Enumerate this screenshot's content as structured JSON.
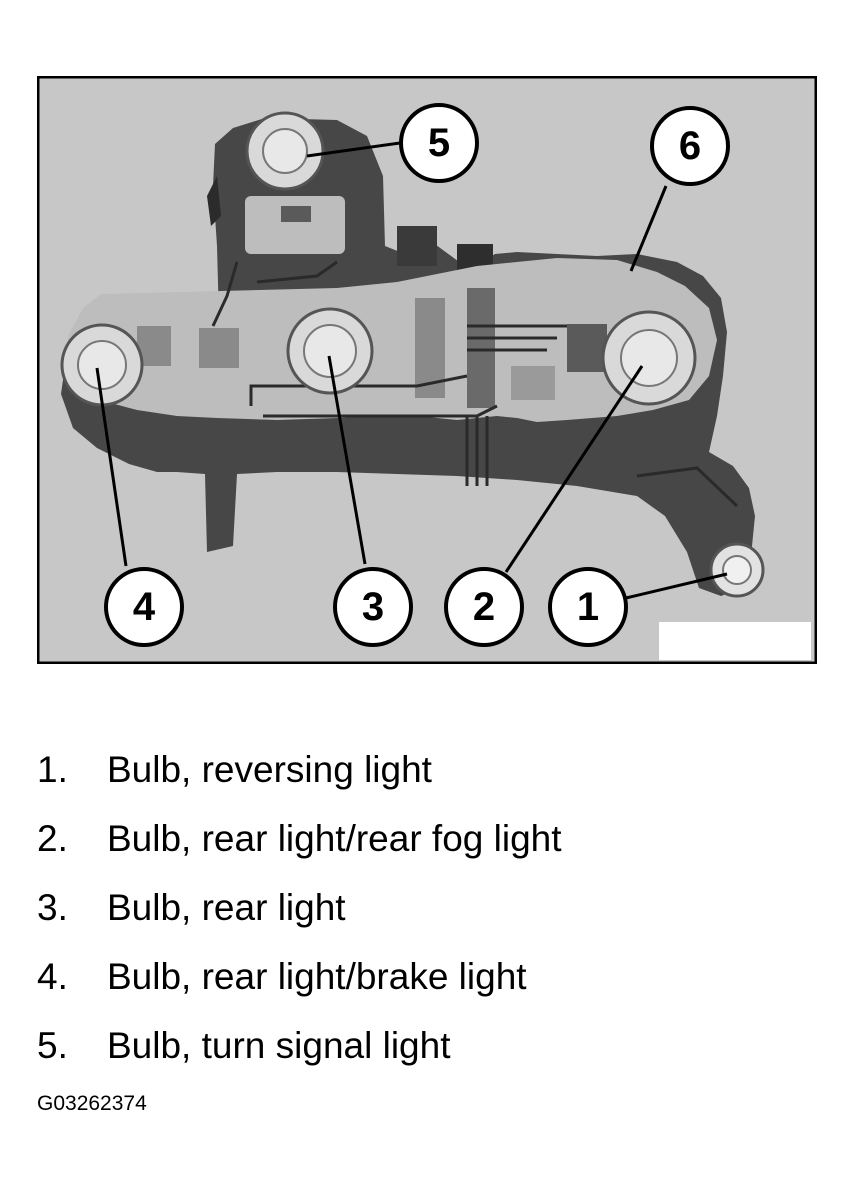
{
  "callouts": [
    "1",
    "2",
    "3",
    "4",
    "5",
    "6"
  ],
  "legend": [
    {
      "num": "1.",
      "text": "Bulb, reversing light"
    },
    {
      "num": "2.",
      "text": "Bulb, rear light/rear fog light"
    },
    {
      "num": "3.",
      "text": "Bulb, rear light"
    },
    {
      "num": "4.",
      "text": "Bulb, rear light/brake light"
    },
    {
      "num": "5.",
      "text": "Bulb, turn signal light"
    }
  ],
  "figure_id": "G03262374",
  "colors": {
    "photo_background": "#c7c7c7",
    "housing": "#474747",
    "board": "#bdbdbd",
    "callout_fill": "#ffffff"
  }
}
